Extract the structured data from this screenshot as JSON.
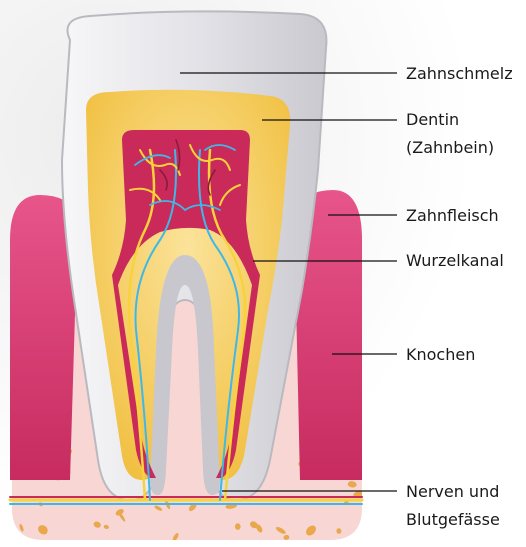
{
  "labels": {
    "enamel": "Zahnschmelz",
    "dentin_line1": "Dentin",
    "dentin_line2": "(Zahnbein)",
    "gum": "Zahnfleisch",
    "root_canal": "Wurzelkanal",
    "bone": "Knochen",
    "nerves_line1": "Nerven und",
    "nerves_line2": "Blutgefässe"
  },
  "colors": {
    "enamel": "#e6e6ea",
    "dentin": "#f3c341",
    "pulp": "#c92a5a",
    "gum": "#d93d73",
    "bone": "#f7d6d4",
    "bone_pores": "#e9a640",
    "nerve": "#f7d23a",
    "vessel": "#3fb8e8",
    "leader_line": "#111111"
  }
}
